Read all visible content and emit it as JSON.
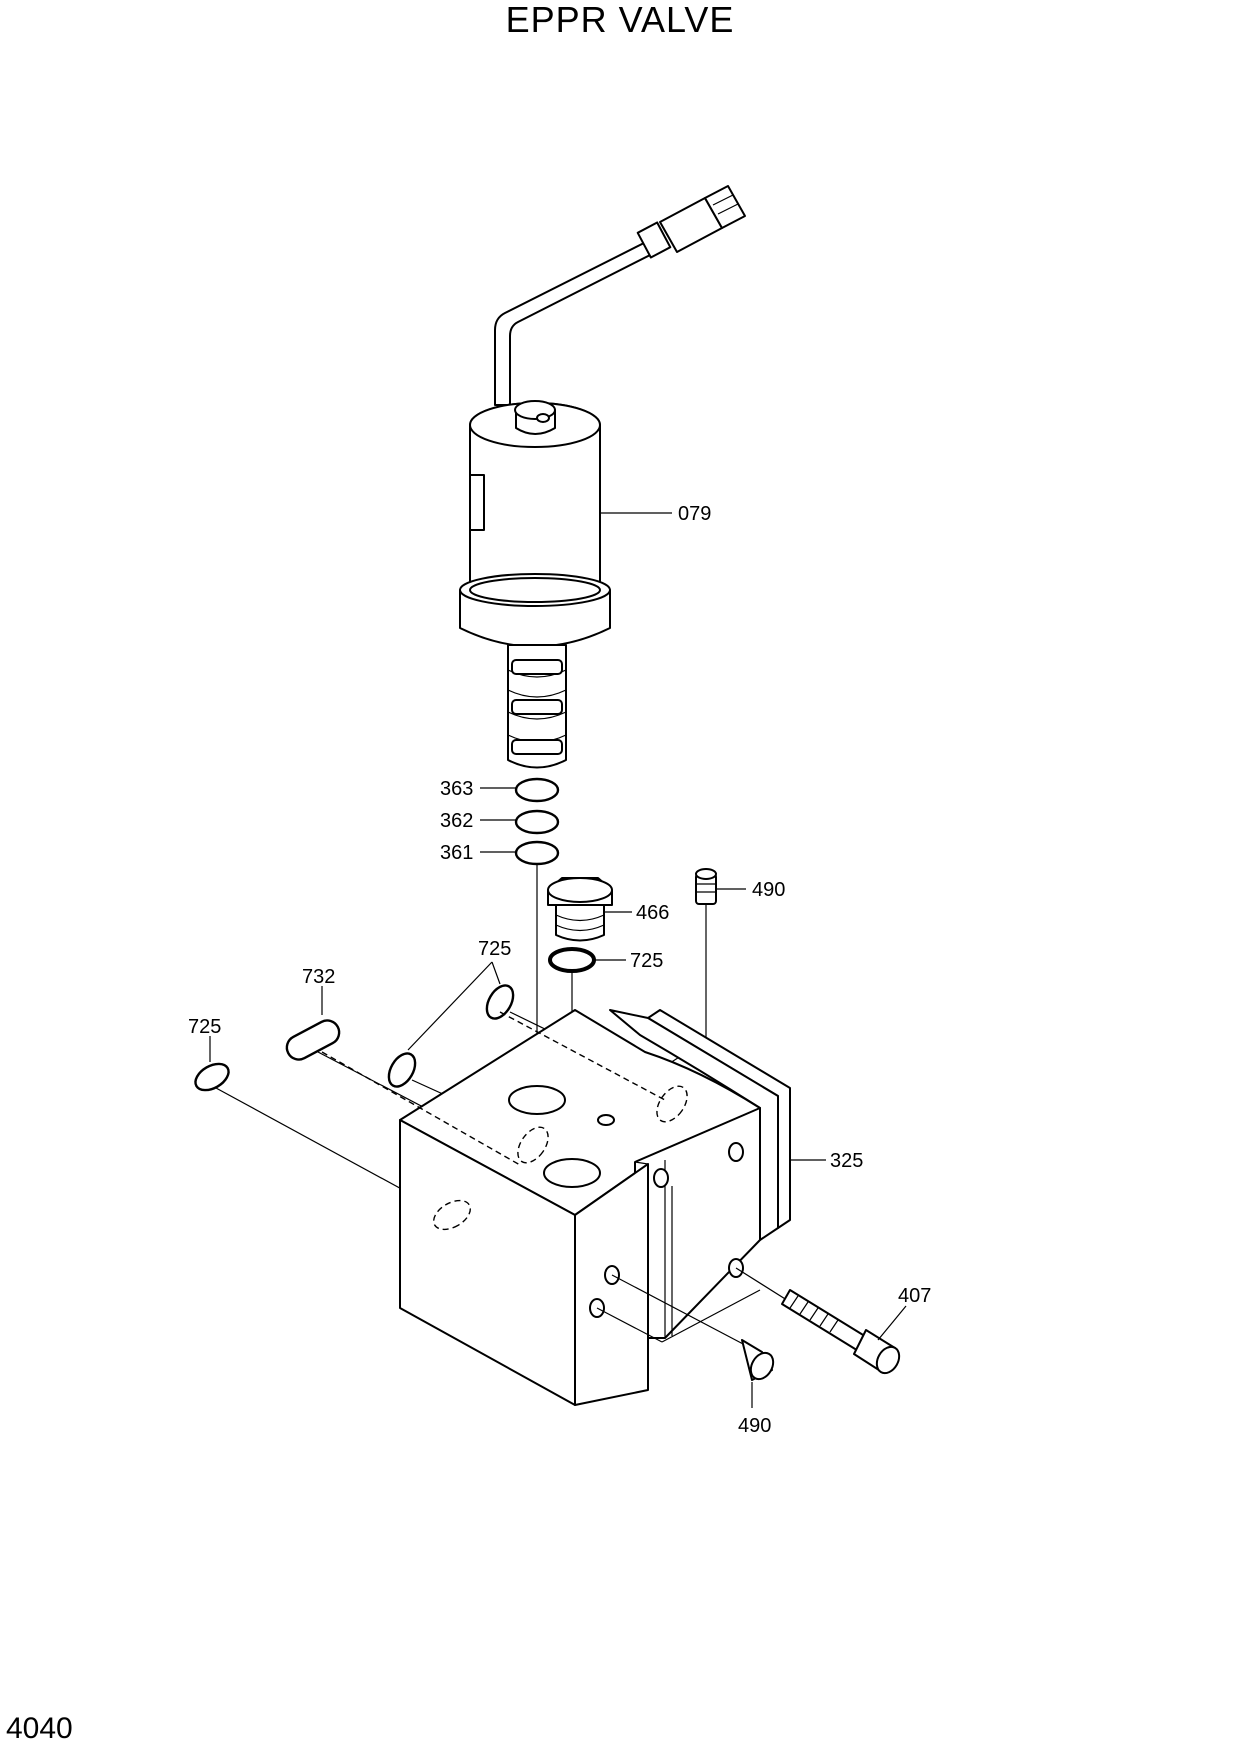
{
  "title": "EPPR VALVE",
  "page_number": "4040",
  "parts": [
    {
      "id": "079"
    },
    {
      "id": "363"
    },
    {
      "id": "362"
    },
    {
      "id": "361"
    },
    {
      "id": "466"
    },
    {
      "id": "490"
    },
    {
      "id": "725"
    },
    {
      "id": "732"
    },
    {
      "id": "325"
    },
    {
      "id": "407"
    }
  ],
  "labels": {
    "solenoid": "079",
    "oring_top": "363",
    "oring_mid": "362",
    "oring_low": "361",
    "plug": "466",
    "setscrew_top": "490",
    "setscrew_bottom": "490",
    "oring_right": "725",
    "oring_pair": "725",
    "oring_left": "725",
    "oval_seal": "732",
    "block": "325",
    "bolt": "407"
  }
}
